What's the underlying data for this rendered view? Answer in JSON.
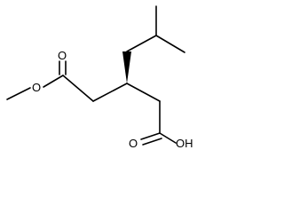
{
  "molecule": {
    "labels": {
      "methoxy": "O",
      "ester_carbonyl_oxygen": "O",
      "acid_carbonyl_oxygen": "O",
      "hydroxyl": "OH"
    }
  }
}
